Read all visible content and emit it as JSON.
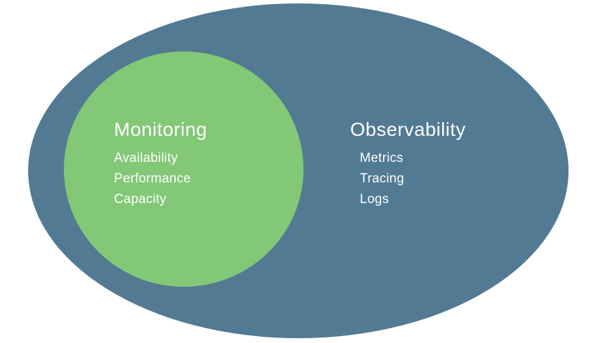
{
  "diagram": {
    "type": "venn-subset",
    "background": "#ffffff",
    "text_color": "#ffffff",
    "outer_set": {
      "label": "Observability",
      "fill": "#527a93",
      "items": [
        "Metrics",
        "Tracing",
        "Logs"
      ]
    },
    "inner_set": {
      "label": "Monitoring",
      "fill": "#82c877",
      "items": [
        "Availability",
        "Performance",
        "Capacity"
      ]
    }
  }
}
